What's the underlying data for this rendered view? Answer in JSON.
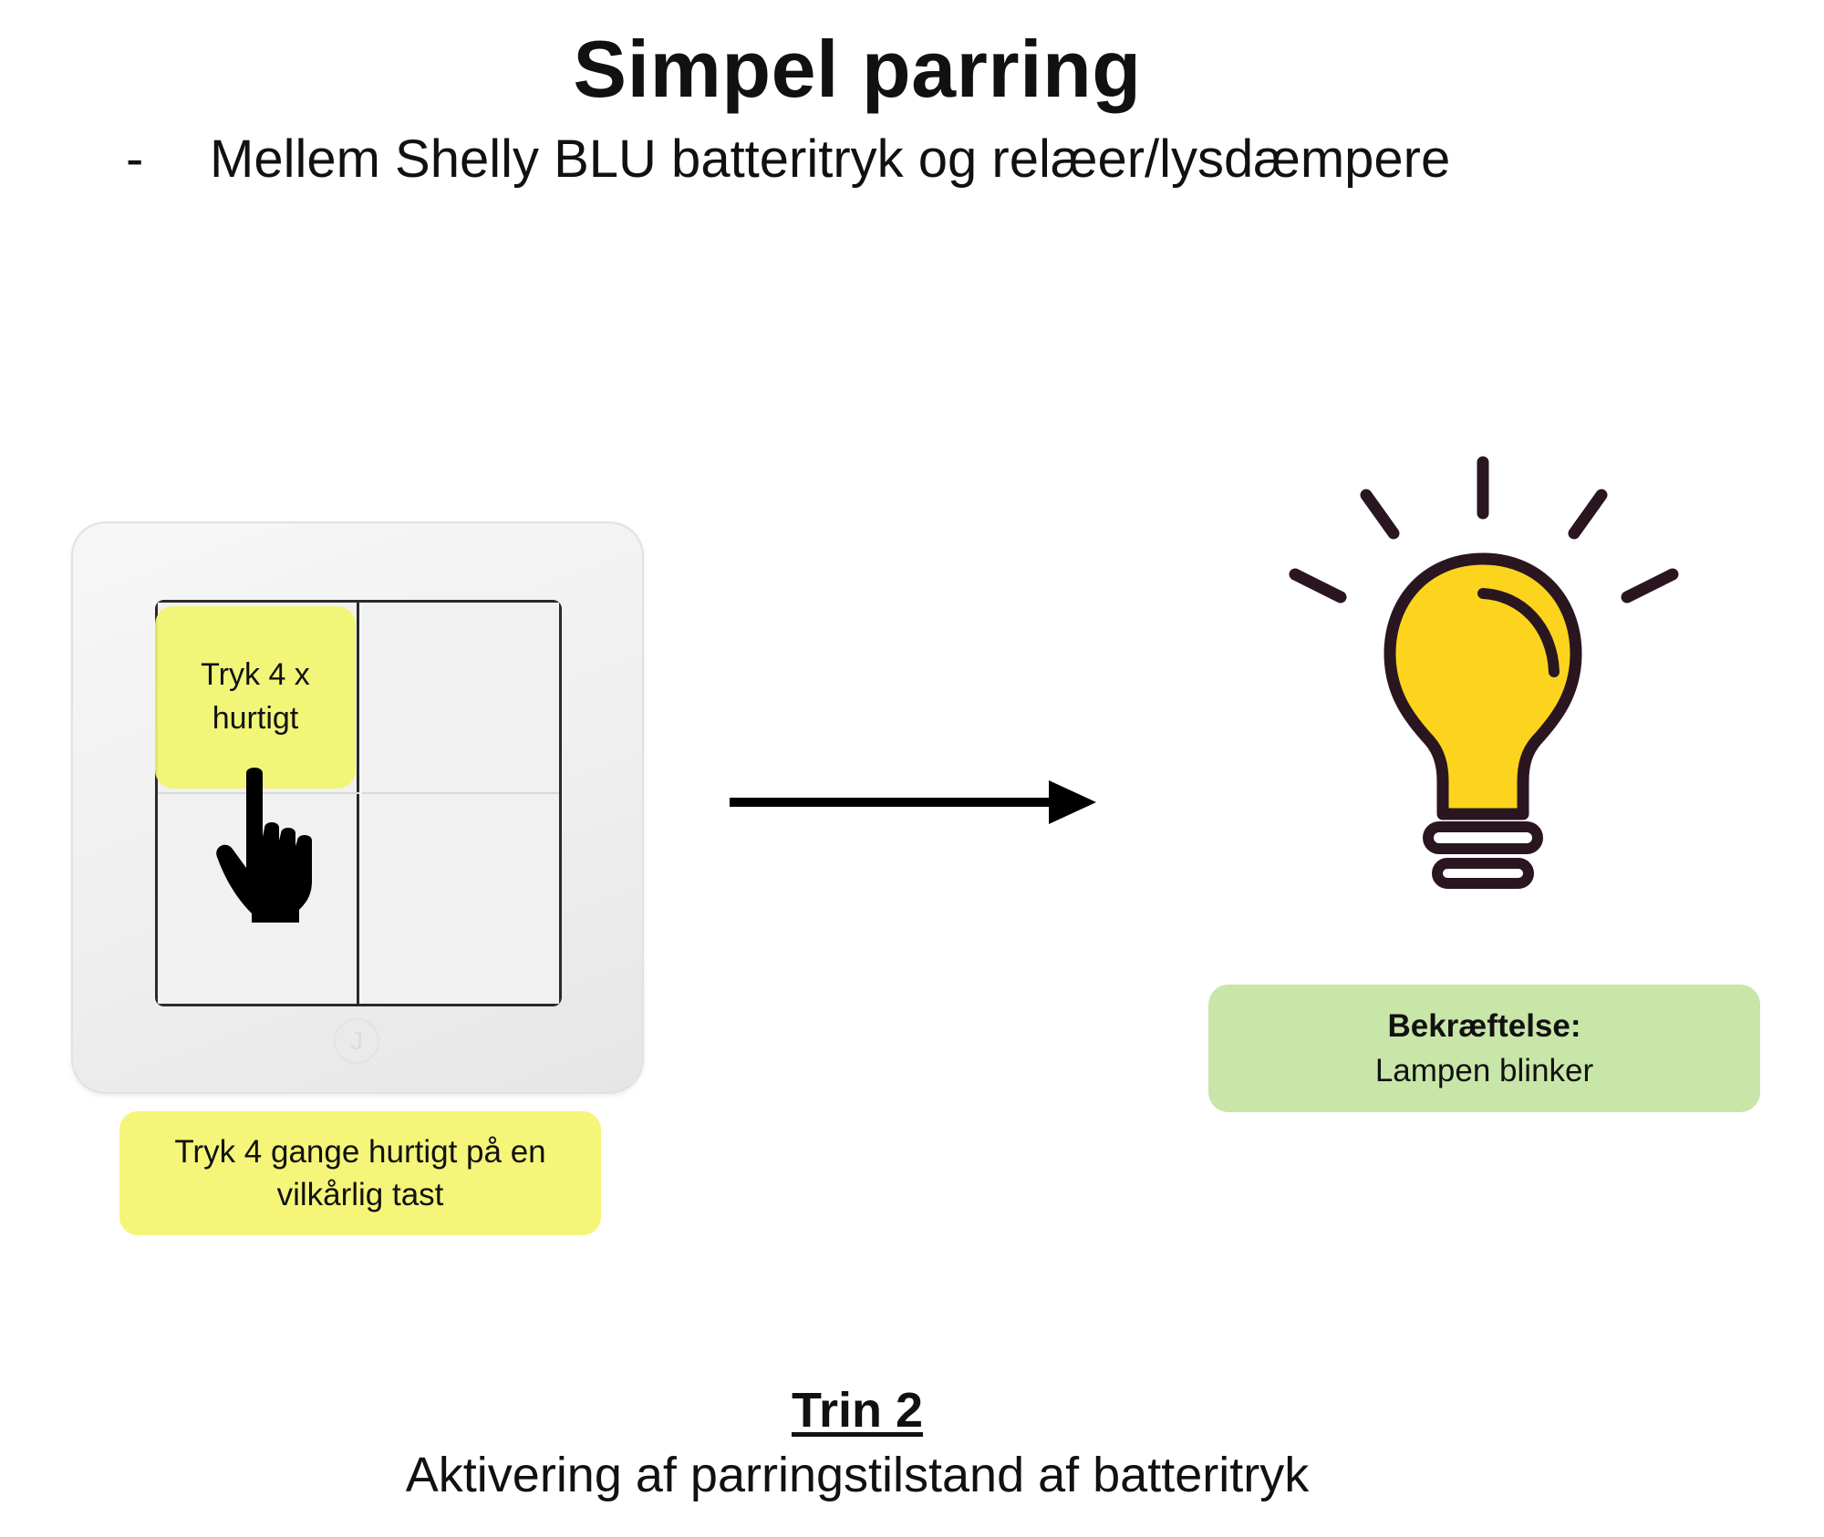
{
  "header": {
    "title": "Simpel parring",
    "bullet": "-",
    "subtitle": "Mellem Shelly BLU batteritryk og relæer/lysdæmpere"
  },
  "switch": {
    "tap_label": "Tryk 4 x\nhurtigt",
    "instruction": "Tryk 4 gange hurtigt på en\nvilkårlig tast"
  },
  "confirmation": {
    "heading": "Bekræftelse:",
    "text": "Lampen blinker"
  },
  "step": {
    "title": "Trin 2",
    "description": "Aktivering af parringstilstand af batteritryk"
  },
  "icons": {
    "hand": "pointing-hand-icon",
    "arrow": "right-arrow-icon",
    "bulb": "light-bulb-icon"
  },
  "colors": {
    "yellow_note": "#f1f56e",
    "green_note": "#c8e6a8",
    "bulb_fill": "#fcd41e",
    "outline": "#2a1620"
  }
}
